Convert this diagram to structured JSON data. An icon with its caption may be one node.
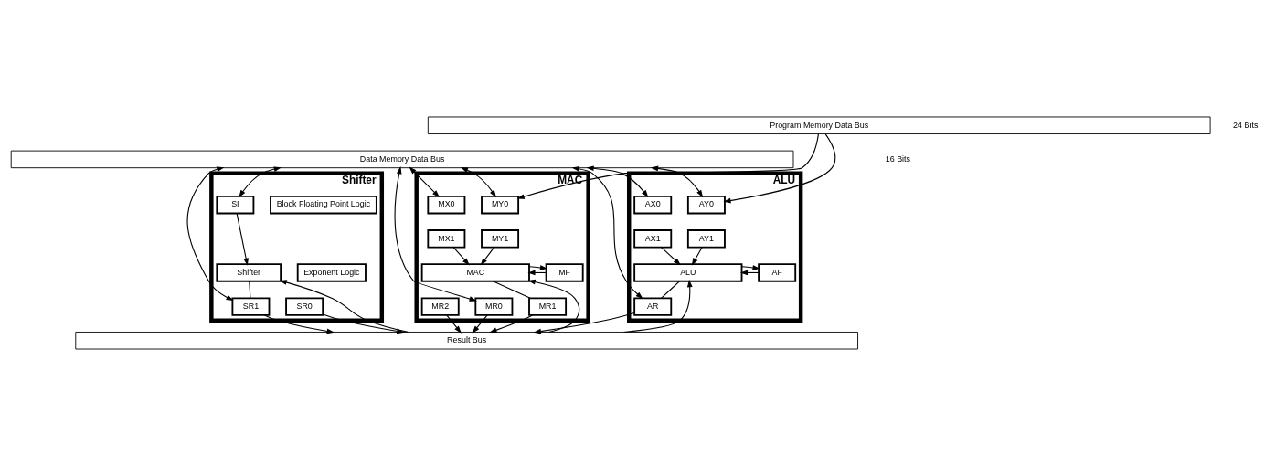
{
  "diagram": {
    "nodes": [
      {
        "text": [
          "Program Memory Data Bus"
        ]
      },
      {
        "text": [
          "Data Memory Data Bus"
        ]
      },
      {
        "text": [
          "ALU"
        ]
      },
      {
        "text": [
          "AX0"
        ],
        "in": 2
      },
      {
        "text": [
          "AX1"
        ],
        "in": 2
      },
      {
        "text": [
          "AY0"
        ],
        "in": 2
      },
      {
        "text": [
          "AY1"
        ],
        "in": 2
      },
      {
        "text": [
          "ALU"
        ],
        "in": 2
      },
      {
        "text": [
          "AF"
        ],
        "in": 2
      },
      {
        "text": [
          "AR"
        ],
        "in": 2
      },
      {
        "text": [
          "MAC"
        ]
      },
      {
        "text": [
          "MX0"
        ],
        "in": 10
      },
      {
        "text": [
          "MX1"
        ],
        "in": 10
      },
      {
        "text": [
          "MY0"
        ],
        "in": 10
      },
      {
        "text": [
          "MY1"
        ],
        "in": 10
      },
      {
        "text": [
          "MAC"
        ],
        "in": 10
      },
      {
        "text": [
          "MF"
        ],
        "in": 10
      },
      {
        "text": [
          "MR2"
        ],
        "in": 10
      },
      {
        "text": [
          "MR1"
        ],
        "in": 10
      },
      {
        "text": [
          "MR0"
        ],
        "in": 10
      },
      {
        "text": [
          "Shifter"
        ]
      },
      {
        "text": [
          "Block Floating Point Logic"
        ],
        "in": 20
      },
      {
        "text": [
          "Exponent Logic"
        ],
        "in": 20
      },
      {
        "text": [
          "SI"
        ],
        "in": 20
      },
      {
        "text": [
          "Shifter"
        ],
        "in": 20
      },
      {
        "text": [
          "SR1"
        ],
        "in": 20
      },
      {
        "text": [
          "SR0"
        ],
        "in": 20
      },
      {
        "text": [
          "Result Bus"
        ]
      }
    ],
    "edges": [
      {
        "from": 1,
        "to": 3,
        "arrow": "both"
      },
      {
        "from": 1,
        "to": 5,
        "arrow": "both"
      },
      {
        "from": 0,
        "to": 5,
        "arrow": "to"
      },
      {
        "from": 1,
        "to": 9,
        "arrow": "both"
      },
      {
        "from": 4,
        "to": 7,
        "arrow": "to"
      },
      {
        "from": 6,
        "to": 7,
        "arrow": "to"
      },
      {
        "from": 27,
        "to": 7,
        "arrow": "to"
      },
      {
        "from": 8,
        "to": 7,
        "arrow": "to"
      },
      {
        "from": 7,
        "to": 8,
        "arrow": "to"
      },
      {
        "from": 7,
        "to": 9,
        "arrow": "none"
      },
      {
        "from": 9,
        "to": 27,
        "arrow": "to"
      },
      {
        "from": 1,
        "to": 11,
        "arrow": "both"
      },
      {
        "from": 1,
        "to": 13,
        "arrow": "both"
      },
      {
        "from": 0,
        "to": 13,
        "arrow": "to"
      },
      {
        "from": 1,
        "to": 19,
        "arrow": "both"
      },
      {
        "from": 12,
        "to": 15,
        "arrow": "to"
      },
      {
        "from": 14,
        "to": 15,
        "arrow": "to"
      },
      {
        "from": 27,
        "to": 15,
        "arrow": "to"
      },
      {
        "from": 16,
        "to": 15,
        "arrow": "to"
      },
      {
        "from": 15,
        "to": 16,
        "arrow": "to"
      },
      {
        "from": 15,
        "to": 18,
        "arrow": "none"
      },
      {
        "from": 17,
        "to": 27,
        "arrow": "to"
      },
      {
        "from": 18,
        "to": 27,
        "arrow": "to"
      },
      {
        "from": 19,
        "to": 27,
        "arrow": "to"
      },
      {
        "from": 1,
        "to": 25,
        "arrow": "both"
      },
      {
        "from": 1,
        "to": 23,
        "arrow": "both"
      },
      {
        "from": 23,
        "to": 24,
        "arrow": "to"
      },
      {
        "from": 27,
        "to": 24,
        "arrow": "to"
      },
      {
        "from": 24,
        "to": 25,
        "arrow": "none"
      },
      {
        "from": 25,
        "to": 27,
        "arrow": "to"
      },
      {
        "from": 26,
        "to": 27,
        "arrow": "to"
      }
    ],
    "labels": [
      "24 Bits",
      "16 Bits"
    ]
  }
}
